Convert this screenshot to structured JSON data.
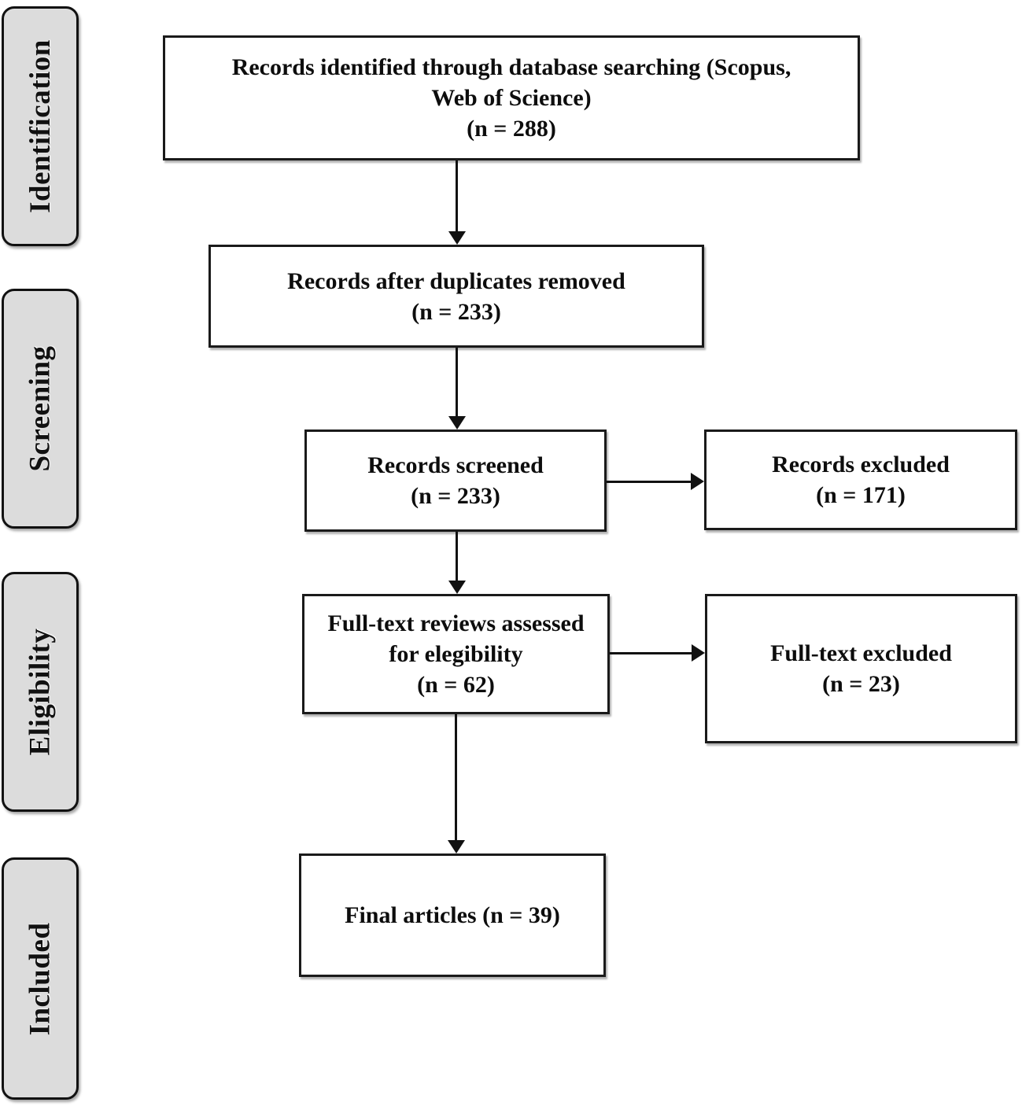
{
  "diagram": {
    "title": "PRISMA flow diagram",
    "type": "prisma-flow-diagram",
    "colors": {
      "stage_fill": "#dcdcdc",
      "box_fill": "#ffffff",
      "stroke": "#111111",
      "text": "#0d0d0d"
    }
  },
  "stages": [
    {
      "label": "Identification"
    },
    {
      "label": "Screening"
    },
    {
      "label": "Eligibility"
    },
    {
      "label": "Included"
    }
  ],
  "boxes": {
    "identified": {
      "text": "Records identified through database searching (Scopus,\nWeb of Science)\n(n = 288)",
      "count": 288,
      "sources": "Scopus, Web of Science"
    },
    "after_duplicates": {
      "text": "Records after duplicates removed\n(n = 233)",
      "count": 233
    },
    "screened": {
      "text": "Records screened\n(n = 233)",
      "count": 233
    },
    "records_excluded": {
      "text": "Records excluded\n(n = 171)",
      "count": 171
    },
    "fulltext_assessed": {
      "text": "Full-text reviews assessed\nfor elegibility\n(n = 62)",
      "count": 62
    },
    "fulltext_excluded": {
      "text": "Full-text excluded\n(n = 23)",
      "count": 23
    },
    "final_articles": {
      "text": "Final articles (n = 39)",
      "count": 39
    }
  },
  "connectors": [
    {
      "name": "identified-to-after-duplicates",
      "direction": "down"
    },
    {
      "name": "after-duplicates-to-screened",
      "direction": "down"
    },
    {
      "name": "screened-to-records-excluded",
      "direction": "right"
    },
    {
      "name": "screened-to-fulltext-assessed",
      "direction": "down"
    },
    {
      "name": "fulltext-assessed-to-fulltext-excluded",
      "direction": "right"
    },
    {
      "name": "fulltext-assessed-to-final-articles",
      "direction": "down"
    }
  ]
}
